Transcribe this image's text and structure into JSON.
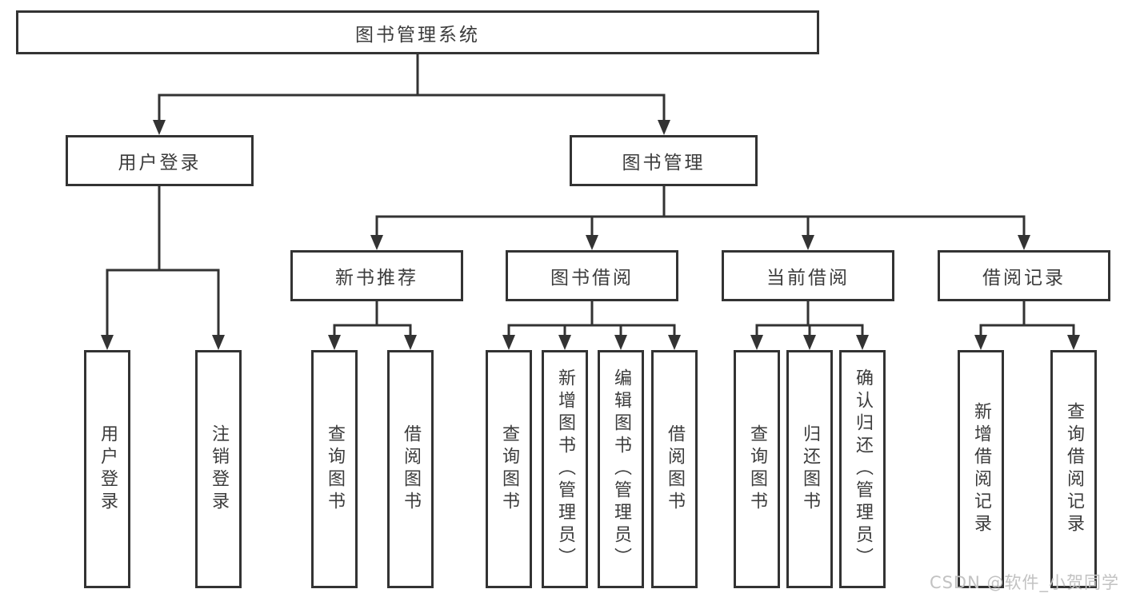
{
  "diagram": {
    "root": {
      "label": "图书管理系统"
    },
    "level2": [
      {
        "id": "user-login",
        "label": "用户登录"
      },
      {
        "id": "book-management",
        "label": "图书管理"
      }
    ],
    "level3": [
      {
        "id": "new-book-recommend",
        "label": "新书推荐",
        "parent": "book-management"
      },
      {
        "id": "book-borrow",
        "label": "图书借阅",
        "parent": "book-management"
      },
      {
        "id": "current-borrow",
        "label": "当前借阅",
        "parent": "book-management"
      },
      {
        "id": "borrow-record",
        "label": "借阅记录",
        "parent": "book-management"
      }
    ],
    "leaves": {
      "user_login": [
        "用户登录",
        "注销登录"
      ],
      "new_book_recommend": [
        "查询图书",
        "借阅图书"
      ],
      "book_borrow": [
        "查询图书",
        "新增图书（管理员）",
        "编辑图书（管理员）",
        "借阅图书"
      ],
      "current_borrow": [
        "查询图书",
        "归还图书",
        "确认归还（管理员）"
      ],
      "borrow_record": [
        "新增借阅记录",
        "查询借阅记录"
      ]
    }
  },
  "watermark": "CSDN @软件_小贺同学",
  "colors": {
    "line": "#333333",
    "box_border": "#333333",
    "text": "#3c3c3c",
    "box_background": "#ffffff",
    "page_background": "#ffffff",
    "watermark": "#c2c2c2"
  }
}
